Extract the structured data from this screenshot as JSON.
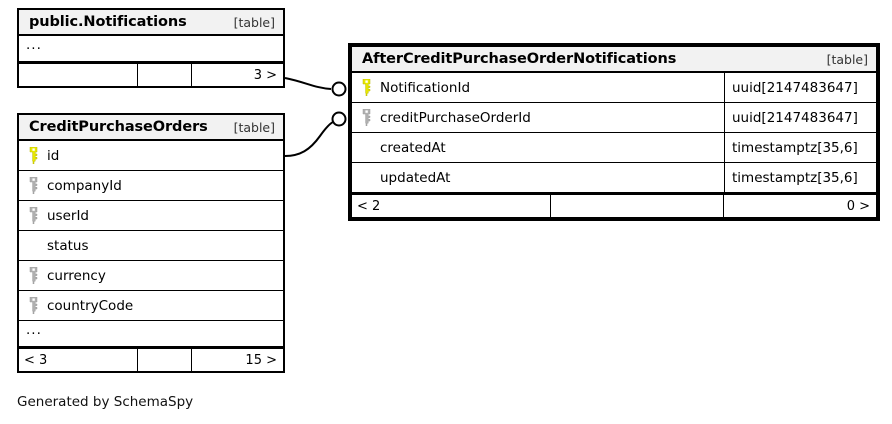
{
  "diagram": {
    "credit": "Generated by SchemaSpy",
    "kind_label": "[table]",
    "colors": {
      "primary_key": "#e8e800",
      "foreign_key": "#b0b0b0",
      "header_bg": "#f2f2f2",
      "border": "#000000",
      "background": "#ffffff"
    }
  },
  "tables": [
    {
      "id": "public-notifications",
      "name": "public.Notifications",
      "kind": "[table]",
      "highlighted": false,
      "has_ellipsis_row": true,
      "ellipsis": "...",
      "columns": [],
      "footer": {
        "left": "",
        "middle": "",
        "right": "3 >"
      }
    },
    {
      "id": "credit-purchase-orders",
      "name": "CreditPurchaseOrders",
      "kind": "[table]",
      "highlighted": false,
      "has_ellipsis_row": true,
      "ellipsis": "...",
      "columns": [
        {
          "name": "id",
          "key": "primary",
          "type": ""
        },
        {
          "name": "companyId",
          "key": "foreign",
          "type": ""
        },
        {
          "name": "userId",
          "key": "foreign",
          "type": ""
        },
        {
          "name": "status",
          "key": "none",
          "type": ""
        },
        {
          "name": "currency",
          "key": "foreign",
          "type": ""
        },
        {
          "name": "countryCode",
          "key": "foreign",
          "type": ""
        }
      ],
      "footer": {
        "left": "< 3",
        "middle": "",
        "right": "15 >"
      }
    },
    {
      "id": "after-credit-purchase-order-notifications",
      "name": "AfterCreditPurchaseOrderNotifications",
      "kind": "[table]",
      "highlighted": true,
      "has_ellipsis_row": false,
      "ellipsis": "",
      "columns": [
        {
          "name": "NotificationId",
          "key": "primary",
          "type": "uuid[2147483647]"
        },
        {
          "name": "creditPurchaseOrderId",
          "key": "foreign",
          "type": "uuid[2147483647]"
        },
        {
          "name": "createdAt",
          "key": "none",
          "type": "timestamptz[35,6]"
        },
        {
          "name": "updatedAt",
          "key": "none",
          "type": "timestamptz[35,6]"
        }
      ],
      "footer": {
        "left": "< 2",
        "middle": "",
        "right": "0 >"
      }
    }
  ],
  "relationships": [
    {
      "id": "notifications-to-notificationid",
      "from_table": "public.Notifications",
      "to_table": "AfterCreditPurchaseOrderNotifications",
      "to_column": "NotificationId",
      "end_marker": "zero-or-one"
    },
    {
      "id": "creditpurchaseorders-id-to-creditpurchaseorderid",
      "from_table": "CreditPurchaseOrders",
      "from_column": "id",
      "to_table": "AfterCreditPurchaseOrderNotifications",
      "to_column": "creditPurchaseOrderId",
      "end_marker": "zero-or-one"
    }
  ]
}
